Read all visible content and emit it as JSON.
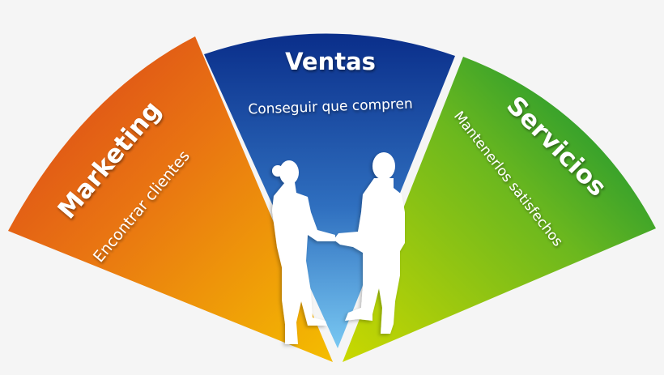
{
  "diagram": {
    "type": "fan-segments",
    "segments": [
      {
        "id": "marketing",
        "title": "Marketing",
        "subtitle": "Encontrar clientes",
        "gradient": [
          "#de4a18",
          "#f0b300"
        ]
      },
      {
        "id": "ventas",
        "title": "Ventas",
        "subtitle": "Conseguir que compren",
        "gradient": [
          "#0a2f8c",
          "#6fc0ee"
        ]
      },
      {
        "id": "servicios",
        "title": "Servicios",
        "subtitle": "Mantenerlos satisfechos",
        "gradient": [
          "#009236",
          "#c8d800"
        ]
      }
    ],
    "illustration": "handshake-silhouette"
  }
}
